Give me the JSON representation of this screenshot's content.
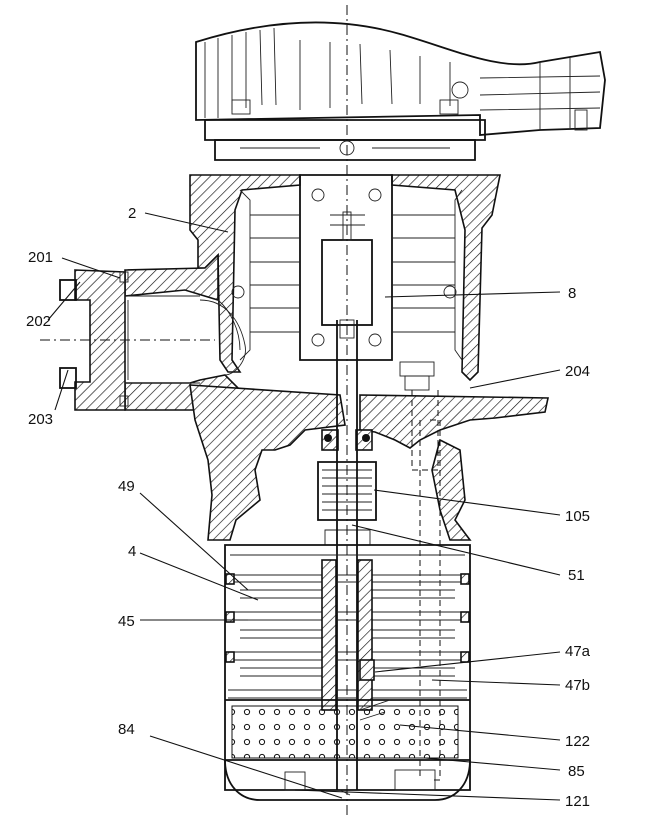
{
  "labels": [
    {
      "id": "2",
      "text": "2"
    },
    {
      "id": "201",
      "text": "201"
    },
    {
      "id": "202",
      "text": "202"
    },
    {
      "id": "203",
      "text": "203"
    },
    {
      "id": "8",
      "text": "8"
    },
    {
      "id": "204",
      "text": "204"
    },
    {
      "id": "49",
      "text": "49"
    },
    {
      "id": "105",
      "text": "105"
    },
    {
      "id": "4",
      "text": "4"
    },
    {
      "id": "51",
      "text": "51"
    },
    {
      "id": "45",
      "text": "45"
    },
    {
      "id": "47a",
      "text": "47a"
    },
    {
      "id": "47b",
      "text": "47b"
    },
    {
      "id": "122",
      "text": "122"
    },
    {
      "id": "84",
      "text": "84"
    },
    {
      "id": "85",
      "text": "85"
    },
    {
      "id": "121",
      "text": "121"
    }
  ]
}
